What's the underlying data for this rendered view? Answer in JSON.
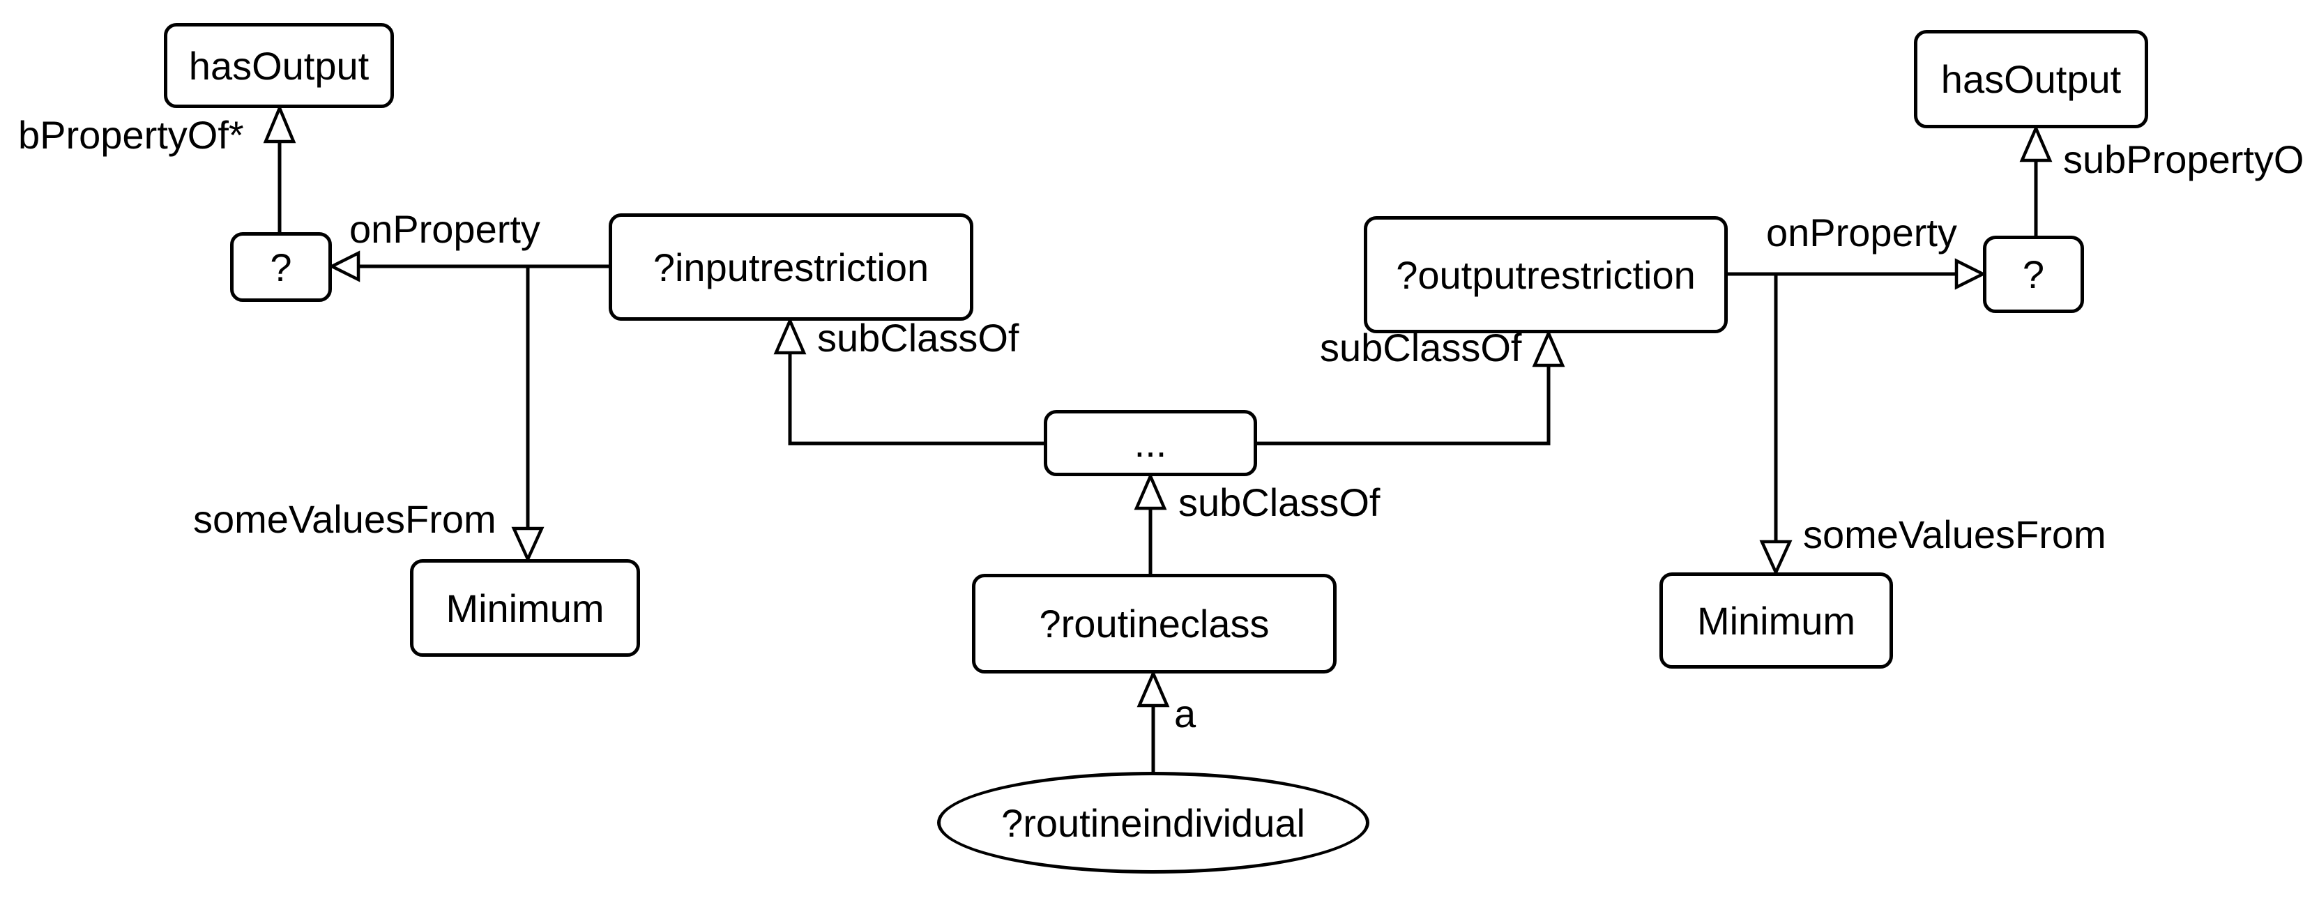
{
  "diagram": {
    "type": "ontology-graph",
    "colors": {
      "line": "#000000",
      "node_fill": "#ffffff",
      "text": "#000000",
      "background": "#ffffff"
    },
    "nodes": {
      "hasoutput_left": {
        "label": "hasOutput",
        "shape": "rect"
      },
      "q_left": {
        "label": "?",
        "shape": "rect"
      },
      "inputrestriction": {
        "label": "?inputrestriction",
        "shape": "rect"
      },
      "dots": {
        "label": "...",
        "shape": "rect"
      },
      "outputrestriction": {
        "label": "?outputrestriction",
        "shape": "rect"
      },
      "q_right": {
        "label": "?",
        "shape": "rect"
      },
      "hasoutput_right": {
        "label": "hasOutput",
        "shape": "rect"
      },
      "minimum_left": {
        "label": "Minimum",
        "shape": "rect"
      },
      "minimum_right": {
        "label": "Minimum",
        "shape": "rect"
      },
      "routineclass": {
        "label": "?routineclass",
        "shape": "rect"
      },
      "routineindividual": {
        "label": "?routineindividual",
        "shape": "ellipse"
      }
    },
    "edges": [
      {
        "from": "q_left",
        "to": "hasoutput_left",
        "label": "bPropertyOf*",
        "arrow": "hollow-triangle"
      },
      {
        "from": "inputrestriction",
        "to": "q_left",
        "label": "onProperty",
        "arrow": "hollow-triangle"
      },
      {
        "from": "inputrestriction",
        "to": "minimum_left",
        "label": "someValuesFrom",
        "arrow": "hollow-triangle"
      },
      {
        "from": "dots",
        "to": "inputrestriction",
        "label": "subClassOf",
        "arrow": "hollow-triangle"
      },
      {
        "from": "dots",
        "to": "outputrestriction",
        "label": "subClassOf",
        "arrow": "hollow-triangle"
      },
      {
        "from": "routineclass",
        "to": "dots",
        "label": "subClassOf",
        "arrow": "hollow-triangle"
      },
      {
        "from": "routineindividual",
        "to": "routineclass",
        "label": "a",
        "arrow": "hollow-triangle"
      },
      {
        "from": "outputrestriction",
        "to": "q_right",
        "label": "onProperty",
        "arrow": "hollow-triangle"
      },
      {
        "from": "outputrestriction",
        "to": "minimum_right",
        "label": "someValuesFrom",
        "arrow": "hollow-triangle"
      },
      {
        "from": "q_right",
        "to": "hasoutput_right",
        "label": "subPropertyO",
        "arrow": "hollow-triangle"
      }
    ]
  }
}
